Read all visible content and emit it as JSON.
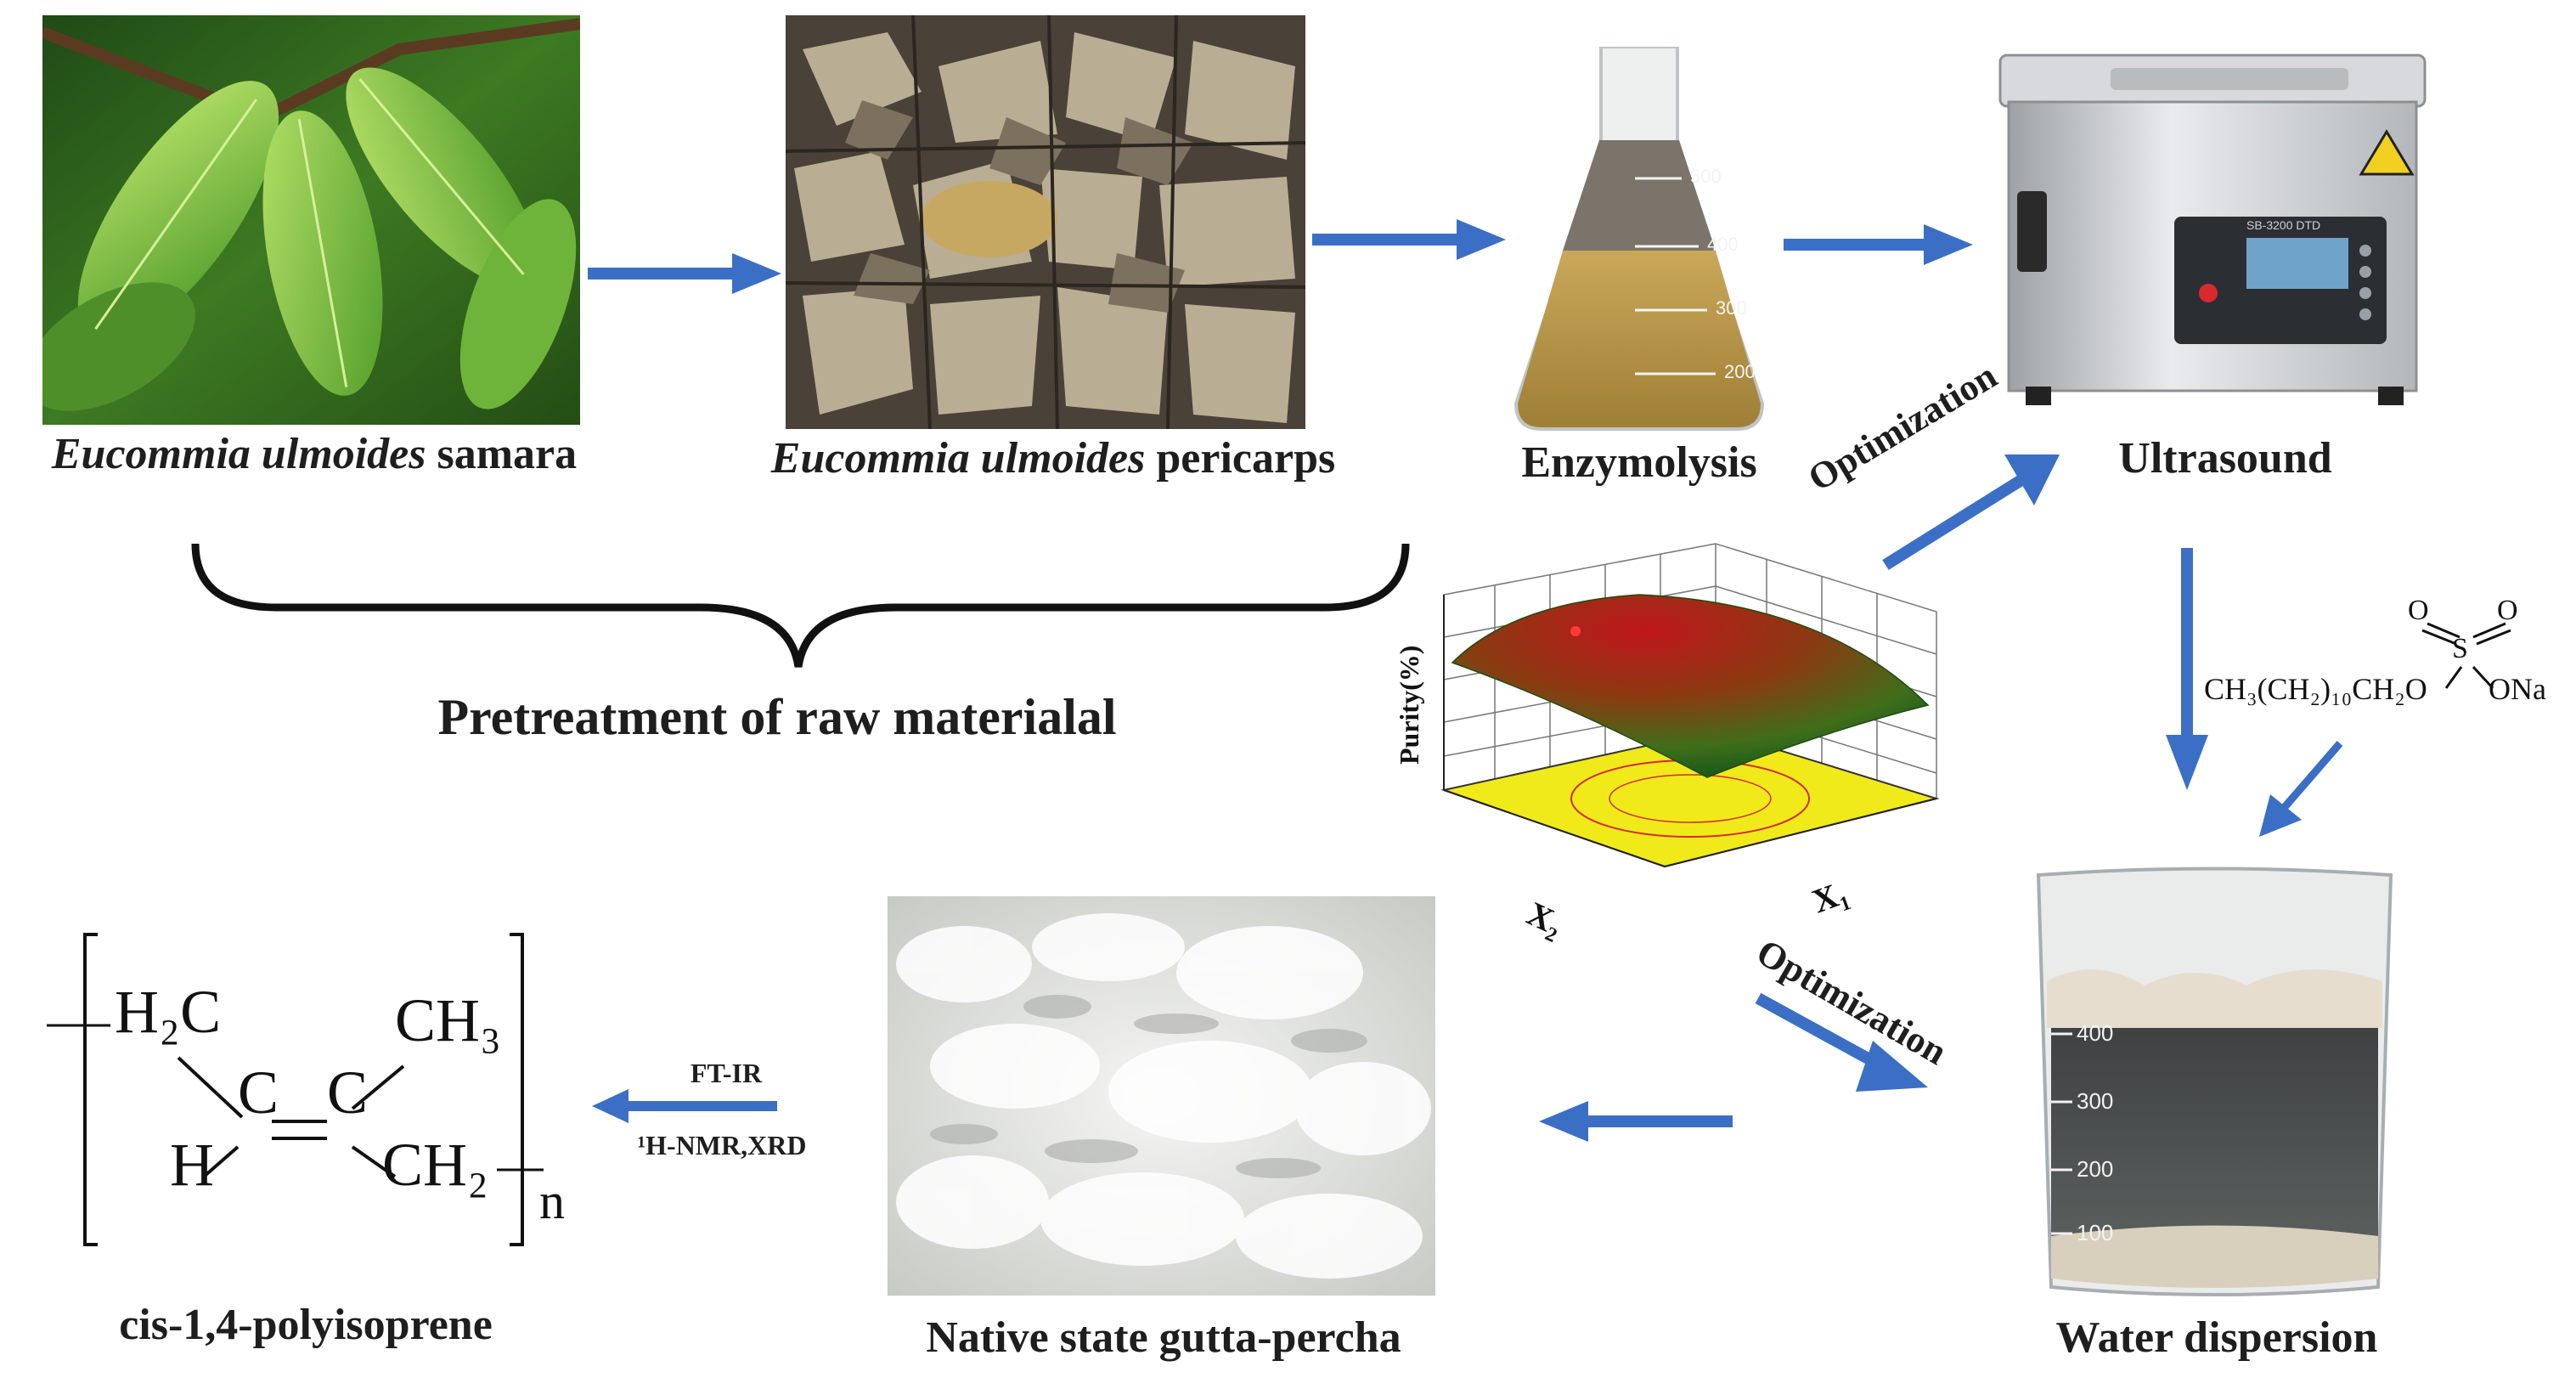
{
  "colors": {
    "arrow": "#3b6fc5",
    "text": "#1e1e1e",
    "leaf": "#5fa83a",
    "surface_yellow": "#f0ea1a"
  },
  "captions": {
    "samara_italic": "Eucommia ulmoides",
    "samara_plain": " samara",
    "pericarps_italic": "Eucommia ulmoides",
    "pericarps_plain": " pericarps",
    "enzymolysis": "Enzymolysis",
    "ultrasound": "Ultrasound",
    "pretreatment": "Pretreatment of raw materialal",
    "water_dispersion": "Water dispersion",
    "gutta_percha": "Native state gutta-percha",
    "polyisoprene": "cis-1,4-polyisoprene"
  },
  "arrow_labels": {
    "optimization_upper": "Optimization",
    "optimization_lower": "Optimization",
    "ftir": "FT-IR",
    "nmr_xrd": "¹H-NMR,XRD"
  },
  "surface_plot": {
    "z_axis_label": "Purity(%)",
    "x2_label": "X₂",
    "x1_label": "X₁"
  },
  "sds_structure": {
    "chain": "CH₃(CH₂)₁₀CH₂O",
    "o_left": "O",
    "o_right": "O",
    "s": "S",
    "ona": "ONa"
  },
  "polymer_structure": {
    "h2c": "H₂C",
    "ch3": "CH₃",
    "c_left": "C",
    "c_right": "C",
    "h": "H",
    "ch2": "CH₂",
    "n": "n"
  },
  "flask_marks": [
    "500",
    "400",
    "300",
    "200"
  ],
  "beaker_marks": [
    "400",
    "300",
    "200",
    "100"
  ],
  "device_display": "SB-3200 DTD"
}
